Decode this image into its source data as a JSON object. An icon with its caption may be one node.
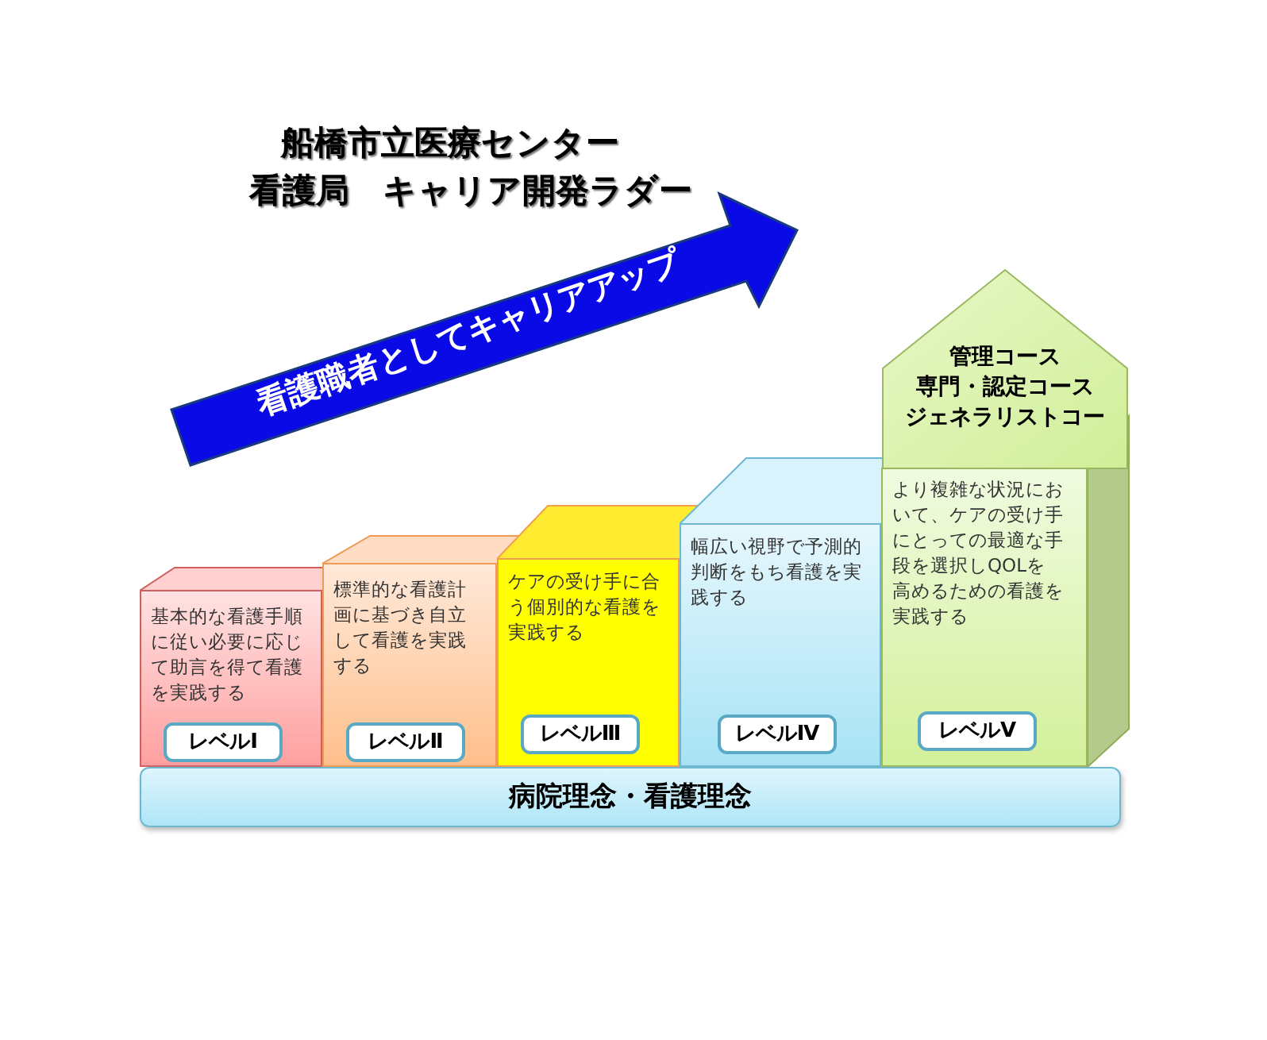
{
  "diagram": {
    "title": "船橋市立医療センター",
    "nodes": [
      {
        "text": [
          "基本的な看護手順に従い必要に応じて助言を得て看護を実践する"
        ]
      },
      {
        "text": [
          "レベルⅠ"
        ],
        "in": 0
      },
      {
        "text": [
          "標準的な看護計画に基づき自立して看護を実践する"
        ]
      },
      {
        "text": [
          "レベルⅡ"
        ],
        "in": 2
      },
      {
        "text": [
          "ケアの受け手に合う個別的な看護を実践する"
        ]
      },
      {
        "text": [
          "レベルⅢ"
        ],
        "in": 4
      },
      {
        "text": [
          "幅広い視野で予測的判断をもち看護を実践する"
        ]
      },
      {
        "text": [
          "レベルⅣ"
        ],
        "in": 6
      },
      {
        "text": [
          "管理コース",
          "専門・認定コース",
          "ジェネラリストコー",
          "より複雑な状況において、ケアの受け手にとっての最適な手段を選択しQOLを高めるための看護を実践する"
        ]
      },
      {
        "text": [
          "レベルⅤ"
        ],
        "in": 8
      },
      {
        "text": [
          "病院理念・看護理念"
        ]
      },
      {
        "text": [
          "看護職者としてキャリアアップ"
        ]
      }
    ],
    "labels": [
      "看護局　キャリア開発ラダー"
    ]
  }
}
